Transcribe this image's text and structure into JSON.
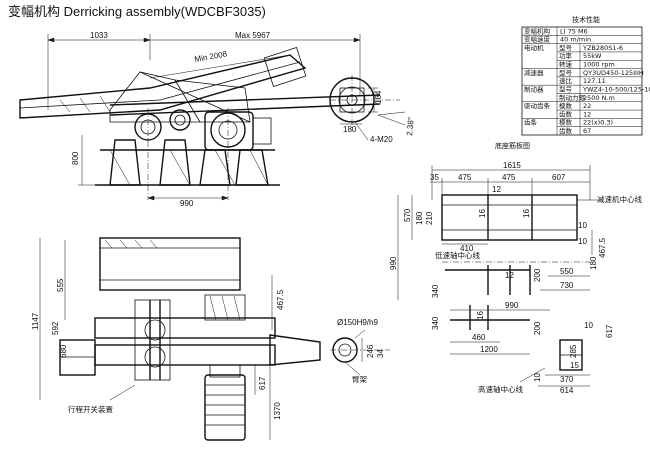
{
  "title": "变幅机构 Derricking assembly(WDCBF3035)",
  "side_view": {
    "dims": {
      "d1033": "1033",
      "max": "Max 5967",
      "min": "Min 2008",
      "d800": "800",
      "d990": "990",
      "d180": "180",
      "d184": "184",
      "angle": "2.38°",
      "bolt": "4-M20"
    }
  },
  "spec_table": {
    "heading": "技术性能",
    "rows": [
      [
        "变幅机构",
        "",
        "LI 75 M6"
      ],
      [
        "变幅速度",
        "",
        "40 m/min"
      ],
      [
        "电动机",
        "型号",
        "YZB280S1-6"
      ],
      [
        "",
        "功率",
        "55kW"
      ],
      [
        "",
        "转速",
        "1000 rpm"
      ],
      [
        "减速器",
        "型号",
        "QY3UD450-125IIIH"
      ],
      [
        "",
        "速比",
        "127.11"
      ],
      [
        "制动器",
        "型号",
        "YWZ4-10-500/125-10"
      ],
      [
        "",
        "制动力矩",
        "2500 N.m"
      ],
      [
        "驱动齿条",
        "模数",
        "22"
      ],
      [
        "",
        "齿数",
        "12"
      ],
      [
        "齿条",
        "模数",
        "22(x)0.3)"
      ],
      [
        "",
        "齿数",
        "67"
      ]
    ]
  },
  "base_plan": {
    "heading": "底座筋板图",
    "dims": {
      "d1615": "1615",
      "d35": "35",
      "d475a": "475",
      "d475b": "475",
      "d607": "607",
      "d12a": "12",
      "d16a": "16",
      "d16b": "16",
      "d10a": "10",
      "d570": "570",
      "d180": "180",
      "d210": "210",
      "d410": "410",
      "d10b": "10",
      "d4675": "467.5",
      "d990": "990",
      "d340a": "340",
      "d12b": "12",
      "d200a": "200",
      "d550": "550",
      "d180b": "180",
      "d730": "730",
      "d340b": "340",
      "d16c": "16",
      "d990b": "990",
      "d200b": "200",
      "d460": "460",
      "d1200": "1200",
      "d10c": "10",
      "d617": "617",
      "d285": "285",
      "d15": "15",
      "d10d": "10",
      "d370": "370",
      "d614": "614"
    },
    "labels": {
      "reducer_center": "减速机中心线",
      "low_shaft_center": "低速轴中心线",
      "high_shaft_center": "高速轴中心线"
    }
  },
  "top_view": {
    "dims": {
      "d555": "555",
      "d1147": "1147",
      "d592": "592",
      "d680": "680",
      "d4675": "467.5",
      "bore": "Ø150H9/h9",
      "d246": "246",
      "d34": "34",
      "d617": "617",
      "d1370": "1370"
    },
    "labels": {
      "limit_switch": "行程开关装置",
      "bracket": "臂架"
    }
  }
}
